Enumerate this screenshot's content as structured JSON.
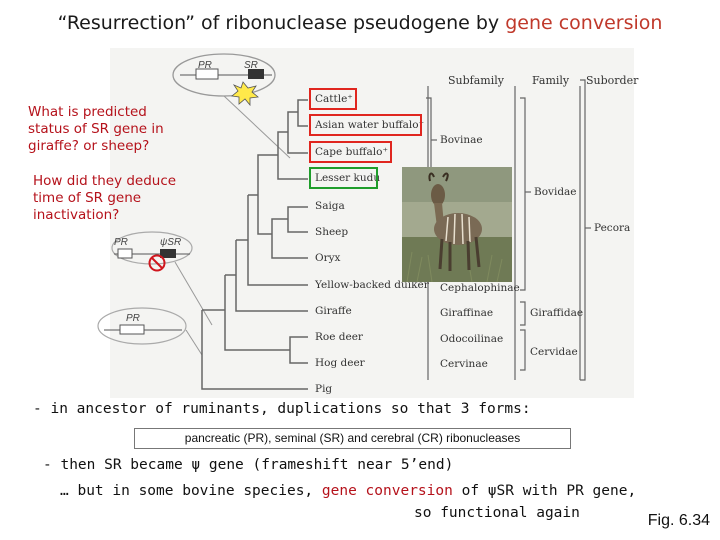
{
  "title": {
    "prefix": "“Resurrection” of ribonuclease pseudogene by ",
    "highlight": "gene conversion"
  },
  "questions": {
    "q1": "What is predicted status of SR gene in giraffe? or sheep?",
    "q2": "How did they deduce time of SR gene inactivation?"
  },
  "gene_diagrams": {
    "top": {
      "pr": "PR",
      "sr": "SR"
    },
    "middle": {
      "pr": "PR",
      "psi_sr": "ψSR"
    },
    "bottom": {
      "pr": "PR"
    }
  },
  "headers": {
    "subfamily": "Subfamily",
    "family": "Family",
    "suborder": "Suborder"
  },
  "taxa": [
    "Cattle⁺",
    "Asian water buffalo⁺",
    "Cape buffalo⁺",
    "Lesser kudu",
    "Saiga",
    "Sheep",
    "Oryx",
    "Yellow-backed duiker",
    "Giraffe",
    "Roe deer",
    "Hog deer",
    "Pig"
  ],
  "subfamilies": [
    "Bovinae",
    "Cephalophinae",
    "Giraffinae",
    "Odocoilinae",
    "Cervinae"
  ],
  "families": [
    "Bovidae",
    "Giraffidae",
    "Cervidae"
  ],
  "suborder": "Pecora",
  "text": {
    "line1": "- in ancestor of ruminants, duplications so that 3 forms:",
    "highlight_box": "pancreatic (PR), seminal (SR) and cerebral (CR) ribonucleases",
    "line2": "- then SR became ψ gene (frameshift near 5’end)",
    "line3_a": "… but in some bovine species, ",
    "line3_hl": "gene conversion",
    "line3_b": " of ψSR with PR gene,",
    "line4": "so functional again"
  },
  "figure_label": "Fig. 6.34",
  "colors": {
    "red_box": "#e0261f",
    "green_box": "#1f9d2b",
    "red_text": "#b5121b"
  }
}
